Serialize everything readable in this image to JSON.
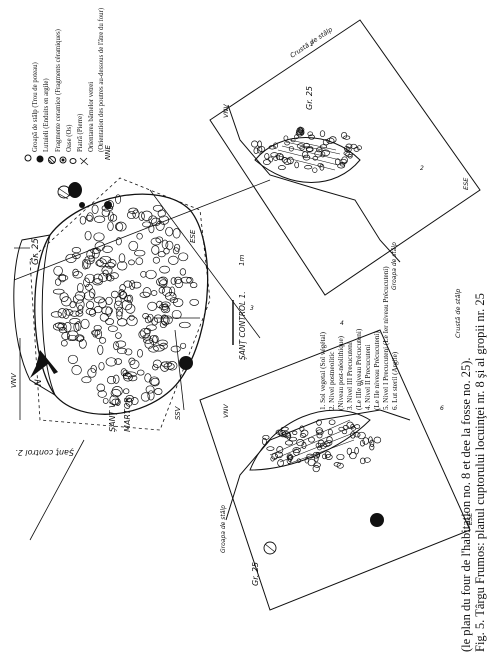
{
  "caption": {
    "line1": "Fig. 5. Târgu Frumos: planul cuptorului locuinţei nr. 8 şi al gropii nr. 25",
    "line2": "(le plan du four de l'habitation no. 8 et dee la fosse no. 25)."
  },
  "legend_symbols": [
    {
      "text": "Groapă de stâlp (Trou de poteau)"
    },
    {
      "text": "Lutuieli (Enduits en argile)"
    },
    {
      "text": "Fragmente ceramice (Fragments céramiques)"
    },
    {
      "text": "Oase (Os)"
    },
    {
      "text": "Piatră (Pierre)"
    },
    {
      "text": "Orientarea bârnelor vetrei"
    },
    {
      "text": "(Orientation des poutres au-dessous de l'âtre du four)"
    }
  ],
  "legend_strata": [
    "1. Sol vegetal (Sol végétal)",
    "2. Nivel postneolitic",
    "(Niveau post-néolithique)",
    "3. Nivel III Precucuteni",
    "(Le IIIe niveau Précucuteni)",
    "4. Nivel II Precucuteni",
    "(Le IIe niveau Précucuteni)",
    "5. Nivel I Precucuteni (Le Ier niveau Précucuteni)",
    "6. Lut steril (Argile)"
  ],
  "plan_labels": {
    "sant_control_2": "Şanţ control 2.",
    "sant_v": "ŞANŢ V",
    "martor": "MARTOR",
    "sant_control_1": "ŞANŢ CONTROL 1.",
    "scale": "1m",
    "gr25_plan": "Gr. 25",
    "vnv": "VNV",
    "ese": "ESE",
    "ssv": "SSV",
    "nne": "NNE",
    "north": "N"
  },
  "section_labels": {
    "top_crust": "Crustă de stâlp",
    "top_gr25": "Gr. 25",
    "top_grd": "Groapa de stâlp",
    "top_vnv": "VNV",
    "top_ese": "ESE",
    "bottom_crust": "Crustă de stâlp",
    "bottom_gr25": "Gr. 25",
    "bottom_grd": "Groapa de stâlp",
    "bottom_vnv": "VNV",
    "bottom_ese": "ESE",
    "numbers": [
      "1",
      "2",
      "3",
      "4",
      "5",
      "6"
    ]
  }
}
